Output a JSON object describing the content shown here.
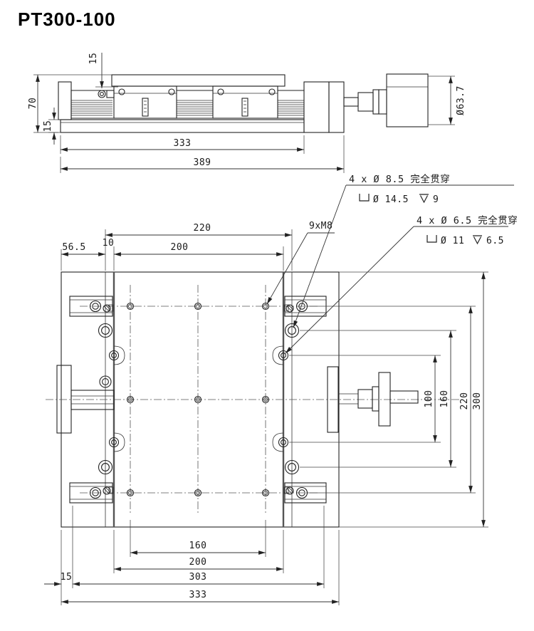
{
  "title": "PT300-100",
  "side": {
    "d15_top": "15",
    "d70": "70",
    "d15_base": "15",
    "d333": "333",
    "d389": "389",
    "d63": "Ø63.7"
  },
  "plan": {
    "d220_top": "220",
    "d200_top": "200",
    "d56": "56.5",
    "d10": "10",
    "m8": "9xM8",
    "v100": "100",
    "v160": "160",
    "v220": "220",
    "v300": "300",
    "b160": "160",
    "b200": "200",
    "b303": "303",
    "b333": "333",
    "b15": "15"
  },
  "callout_large": {
    "line1": "4 x Ø 8.5 完全贯穿",
    "dia": "Ø 14.5",
    "depth": "9"
  },
  "callout_small": {
    "line1": "4 x Ø 6.5 完全贯穿",
    "dia": "Ø 11",
    "depth": "6.5"
  }
}
